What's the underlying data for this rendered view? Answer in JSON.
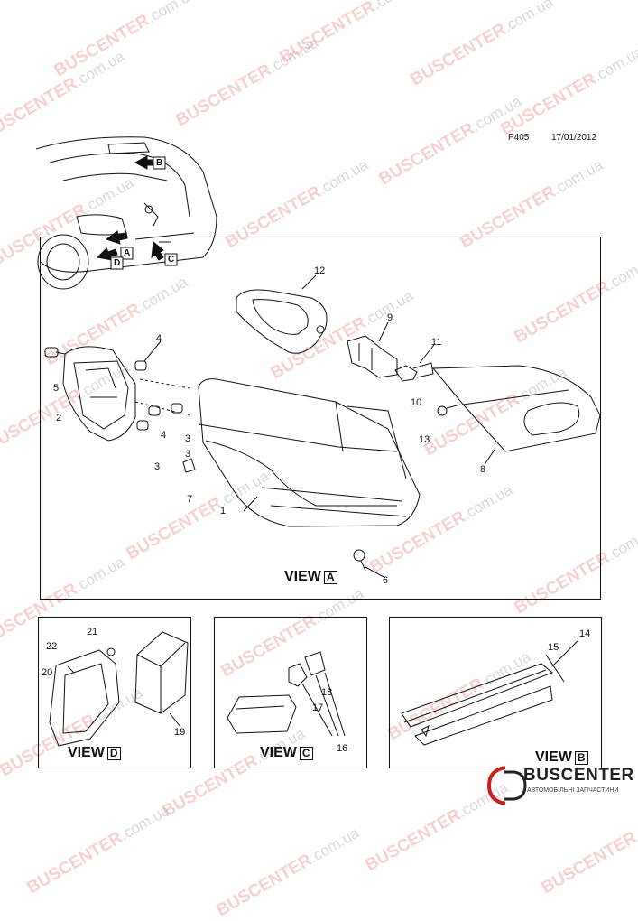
{
  "header": {
    "code": "P405",
    "date": "17/01/2012"
  },
  "locator_labels": [
    "B",
    "A",
    "D",
    "C"
  ],
  "views": {
    "a": {
      "word": "VIEW",
      "letter": "A"
    },
    "b": {
      "word": "VIEW",
      "letter": "B"
    },
    "c": {
      "word": "VIEW",
      "letter": "C"
    },
    "d": {
      "word": "VIEW",
      "letter": "D"
    }
  },
  "callouts": [
    "1",
    "2",
    "3",
    "3",
    "3",
    "4",
    "4",
    "5",
    "6",
    "7",
    "8",
    "9",
    "10",
    "11",
    "12",
    "13",
    "14",
    "15",
    "16",
    "17",
    "18",
    "19",
    "20",
    "21",
    "22"
  ],
  "watermark": {
    "brand": "BUSCENTER",
    "domain": ".com.ua"
  },
  "logo": {
    "name": "BUSCENTER",
    "tagline": "АВТОМОБІЛЬНІ ЗАПЧАСТИНИ"
  },
  "colors": {
    "line": "#111111",
    "watermark": "#dc2828",
    "logo_accent": "#cc1f1f"
  }
}
